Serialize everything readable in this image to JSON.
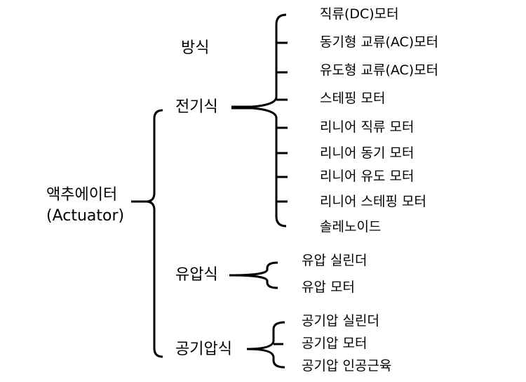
{
  "diagram": {
    "header": "방식",
    "root": {
      "line1": "액추에이터",
      "line2": "(Actuator)"
    },
    "categories": [
      {
        "label": "전기식",
        "items": [
          "직류(DC)모터",
          "동기형 교류(AC)모터",
          "유도형 교류(AC)모터",
          "스테핑 모터",
          "리니어 직류 모터",
          "리니어 동기 모터",
          "리니어 유도 모터",
          "리니어 스테핑 모터",
          "솔레노이드"
        ]
      },
      {
        "label": "유압식",
        "items": [
          "유압 실린더",
          "유압 모터"
        ]
      },
      {
        "label": "공기압식",
        "items": [
          "공기압 실린더",
          "공기압 모터",
          "공기압 인공근육"
        ]
      }
    ],
    "line_color": "#000000"
  }
}
